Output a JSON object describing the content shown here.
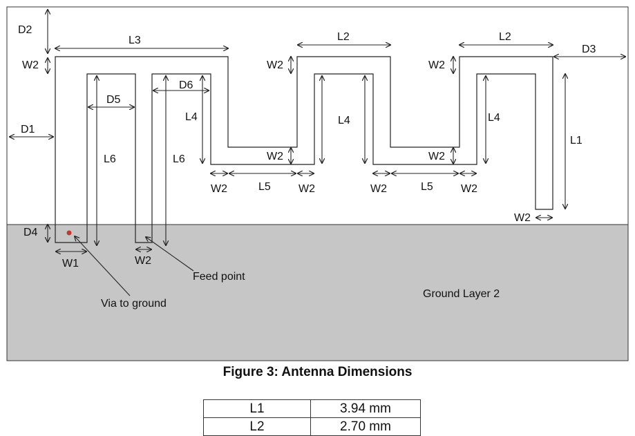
{
  "diagram": {
    "ground_label": "Ground Layer 2",
    "feed_point_label": "Feed point",
    "via_label": "Via to ground",
    "labels": {
      "D1": "D1",
      "D2": "D2",
      "D3": "D3",
      "D4": "D4",
      "D5": "D5",
      "D6": "D6",
      "L1": "L1",
      "L2": "L2",
      "L3": "L3",
      "L4": "L4",
      "L5": "L5",
      "L6": "L6",
      "W1": "W1",
      "W2": "W2"
    },
    "colors": {
      "ground": "#c6c6c6",
      "via": "#c0392b",
      "line": "#222222"
    }
  },
  "caption": "Figure 3: Antenna Dimensions",
  "table": {
    "rows": [
      {
        "name": "L1",
        "value": "3.94 mm"
      },
      {
        "name": "L2",
        "value": "2.70 mm"
      }
    ]
  }
}
